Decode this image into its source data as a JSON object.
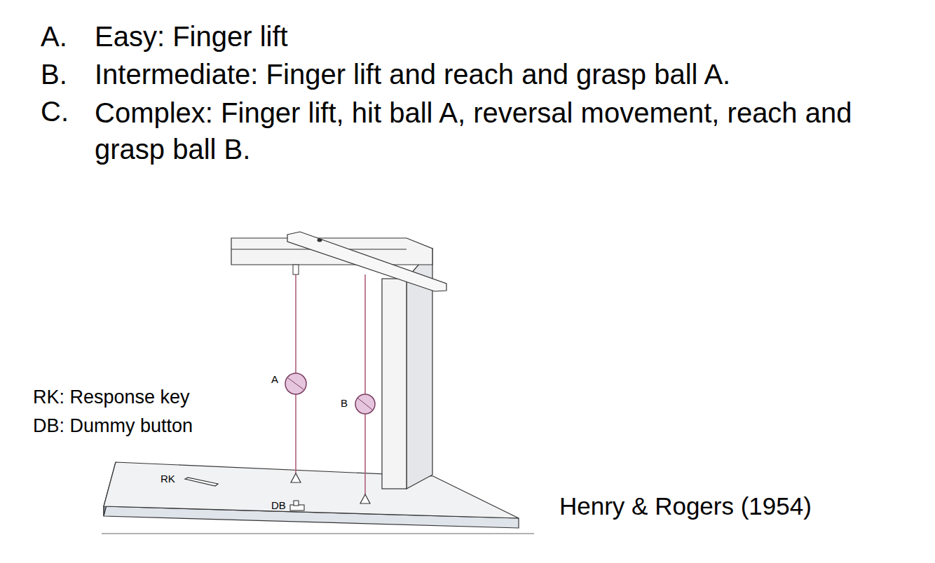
{
  "diagram": {
    "caption": "Henry & Rogers (1954)",
    "labels": [
      "A.",
      "Easy: Finger lift",
      "B.",
      "Intermediate: Finger lift and reach and grasp ball A.",
      "C.",
      "Complex: Finger lift, hit ball A, reversal movement, reach and grasp ball B.",
      "A",
      "B",
      "RK",
      "DB",
      "RK: Response key",
      "DB: Dummy button"
    ]
  }
}
